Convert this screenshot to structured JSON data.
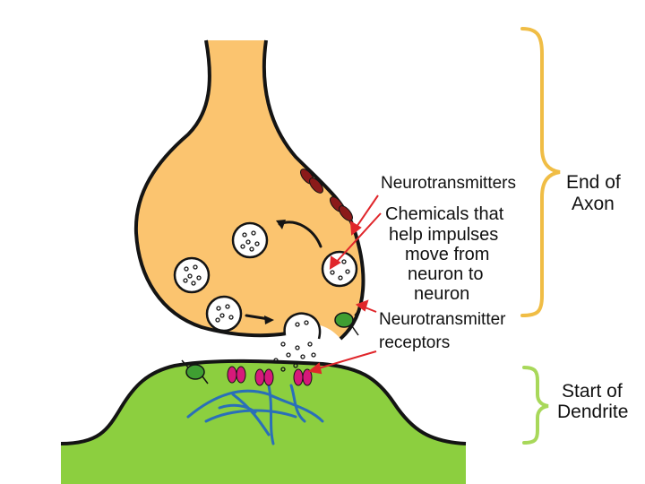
{
  "labels": {
    "neurotransmitters": "Neurotransmitters",
    "definition_lines": [
      "Chemicals that",
      "help impulses",
      "move from",
      "neuron to",
      "neuron"
    ],
    "receptor_line1": "Neurotransmitter",
    "receptor_line2": "receptors",
    "end_axon_line1": "End of",
    "end_axon_line2": "Axon",
    "start_dendrite_line1": "Start of",
    "start_dendrite_line2": "Dendrite"
  },
  "colors": {
    "axon_fill": "#fbc46f",
    "dendrite_fill": "#8ccf3f",
    "outline": "#141414",
    "bracket_axon": "#f0bd45",
    "bracket_dendrite": "#a8d85a",
    "arrow_red": "#e0262b",
    "vesicle_fill": "#ffffff",
    "neurotransmitter_pair": "#8b1a1a",
    "receptor_green": "#3f9e32",
    "receptor_pink": "#d6197a",
    "dendrite_lines": "#2a6fb8"
  },
  "icons": {
    "vesicle": "vesicle-circle",
    "arrow": "red-pointer-arrow",
    "bracket": "curly-brace"
  }
}
